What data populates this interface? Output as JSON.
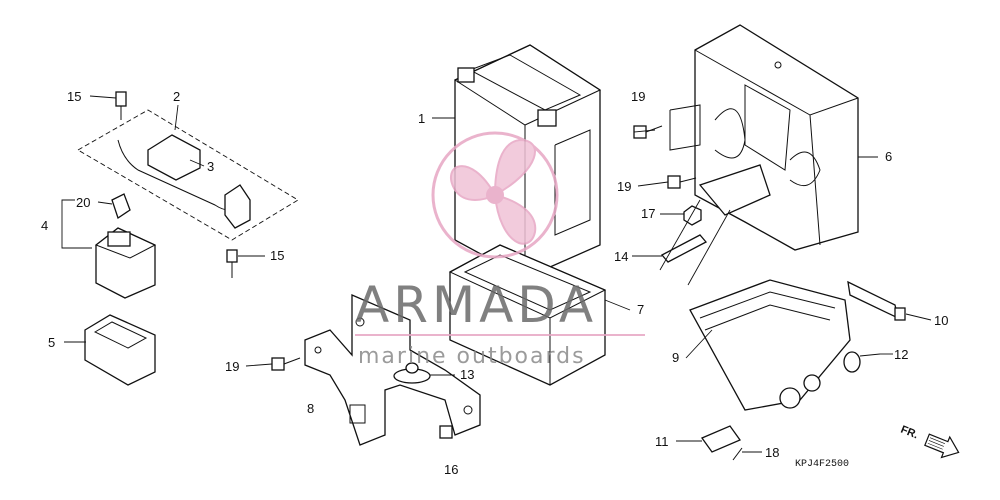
{
  "diagram": {
    "callouts": [
      {
        "id": "c1",
        "label": "1"
      },
      {
        "id": "c2",
        "label": "2"
      },
      {
        "id": "c3",
        "label": "3"
      },
      {
        "id": "c4",
        "label": "4"
      },
      {
        "id": "c5",
        "label": "5"
      },
      {
        "id": "c6",
        "label": "6"
      },
      {
        "id": "c7",
        "label": "7"
      },
      {
        "id": "c8",
        "label": "8"
      },
      {
        "id": "c9",
        "label": "9"
      },
      {
        "id": "c10",
        "label": "10"
      },
      {
        "id": "c11",
        "label": "11"
      },
      {
        "id": "c12",
        "label": "12"
      },
      {
        "id": "c13",
        "label": "13"
      },
      {
        "id": "c14",
        "label": "14"
      },
      {
        "id": "c15a",
        "label": "15"
      },
      {
        "id": "c15b",
        "label": "15"
      },
      {
        "id": "c16",
        "label": "16"
      },
      {
        "id": "c17",
        "label": "17"
      },
      {
        "id": "c18",
        "label": "18"
      },
      {
        "id": "c19a",
        "label": "19"
      },
      {
        "id": "c19b",
        "label": "19"
      },
      {
        "id": "c19c",
        "label": "19"
      },
      {
        "id": "c20",
        "label": "20"
      }
    ],
    "drawing_code": "KPJ4F2500",
    "direction_marker": "FR."
  },
  "watermark": {
    "title": "ARMADA",
    "subtitle": "marine outboards",
    "logo_icon": "propeller-icon",
    "logo_color": "#e7a6c4",
    "text_color": "#6b6b6b"
  }
}
